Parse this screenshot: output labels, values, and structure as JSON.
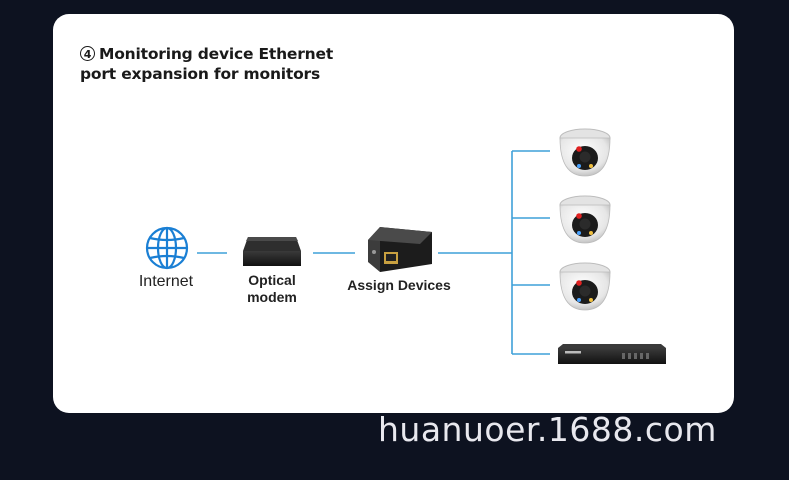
{
  "title": {
    "number": "4",
    "line1": "Monitoring device Ethernet",
    "line2": "port expansion for monitors"
  },
  "nodes": {
    "internet": "Internet",
    "optical_line1": "Optical",
    "optical_line2": "modem",
    "assign": "Assign Devices"
  },
  "watermark": "huanuoer.1688.com",
  "colors": {
    "line": "#3fa0d8",
    "globe": "#1a7fd4",
    "background": "#0d1220",
    "card": "#ffffff"
  },
  "icons": [
    "globe-icon",
    "modem-icon",
    "switch-icon",
    "camera-icon",
    "nvr-icon"
  ]
}
